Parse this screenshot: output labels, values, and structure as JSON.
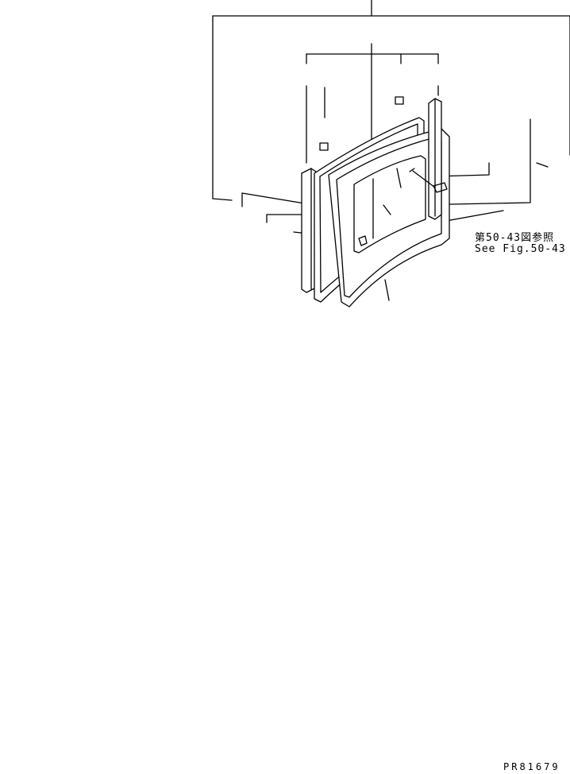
{
  "reference": {
    "jp": "第50-43図参照",
    "en": "See Fig.50-43"
  },
  "drawing_code": "PR81679",
  "icons": [
    "arrow-down-icon"
  ]
}
